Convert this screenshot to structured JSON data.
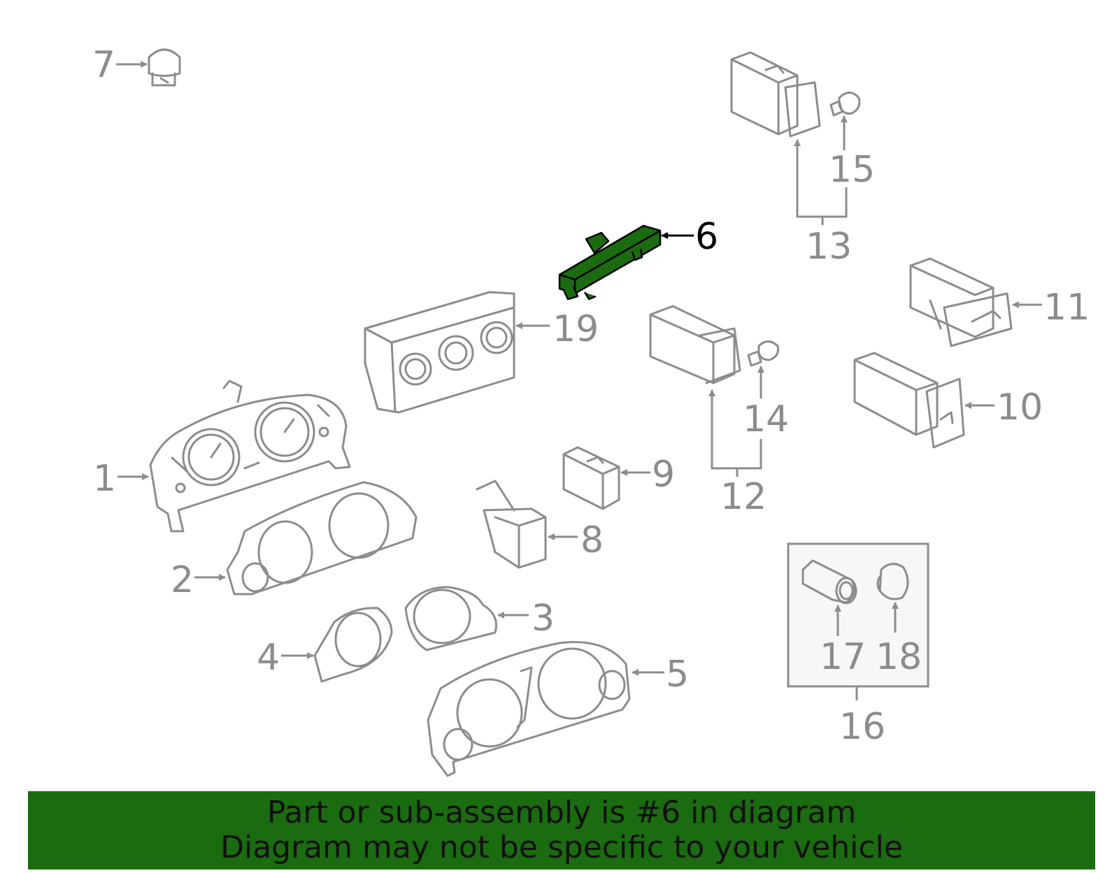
{
  "colors": {
    "line": "#8c8c8c",
    "highlight": "#1b6b10",
    "banner": "#1b6b10",
    "banner_text": "#111111"
  },
  "highlighted_part": "6",
  "callouts": {
    "c1": "1",
    "c2": "2",
    "c3": "3",
    "c4": "4",
    "c5": "5",
    "c6": "6",
    "c7": "7",
    "c8": "8",
    "c9": "9",
    "c10": "10",
    "c11": "11",
    "c12": "12",
    "c13": "13",
    "c14": "14",
    "c15": "15",
    "c16": "16",
    "c17": "17",
    "c18": "18",
    "c19": "19"
  },
  "banner": {
    "line1": "Part or sub-assembly is #6 in diagram",
    "line2": "Diagram may not be specific to your vehicle"
  }
}
